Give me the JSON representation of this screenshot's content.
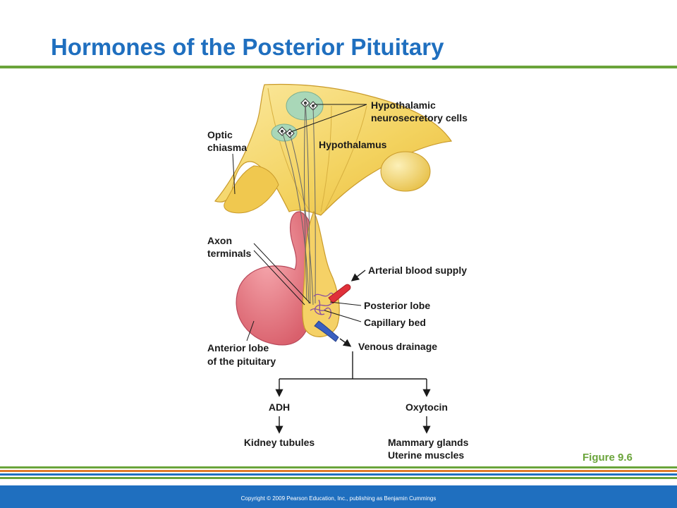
{
  "title": "Hormones of the Posterior Pituitary",
  "labels": {
    "hypothalamic_cells_1": "Hypothalamic",
    "hypothalamic_cells_2": "neurosecretory cells",
    "optic_1": "Optic",
    "optic_2": "chiasma",
    "hypothalamus": "Hypothalamus",
    "axon_1": "Axon",
    "axon_2": "terminals",
    "arterial": "Arterial blood supply",
    "posterior_lobe": "Posterior lobe",
    "capillary_bed": "Capillary bed",
    "anterior_1": "Anterior lobe",
    "anterior_2": "of the pituitary",
    "venous": "Venous drainage"
  },
  "flow": {
    "hormone_left": "ADH",
    "hormone_right": "Oxytocin",
    "target_left": "Kidney tubules",
    "target_right_1": "Mammary glands",
    "target_right_2": "Uterine muscles"
  },
  "figure_label": "Figure 9.6",
  "copyright": "Copyright © 2009 Pearson Education, Inc., publishing as Benjamin Cummings",
  "colors": {
    "title": "#1f6fbf",
    "accent_green": "#6aa43a",
    "footer_blue": "#1f6fbf",
    "stripe_orange": "#e07b2a",
    "hypothalamus_yellow": "#f3d25e",
    "anterior_pink": "#e0727c",
    "artery_red": "#e0303a",
    "vein_blue": "#3a5fc0"
  }
}
